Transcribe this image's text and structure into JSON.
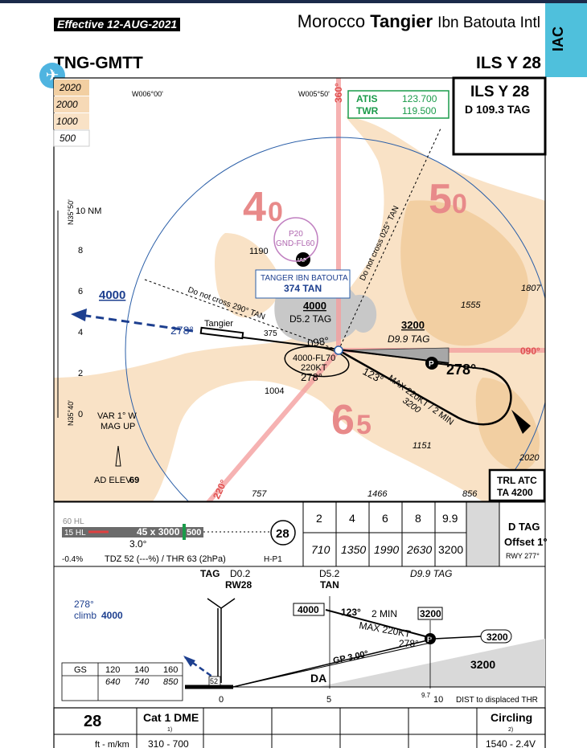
{
  "header": {
    "effective": "Effective  12-AUG-2021",
    "country": "Morocco",
    "city": "Tangier",
    "airport_name": "Ibn Batouta Intl",
    "ident": "TNG-GMTT",
    "procedure": "ILS Y 28",
    "tab": "IAC"
  },
  "legend": {
    "alt1": "2020",
    "alt2": "2000",
    "alt3": "1000",
    "alt4": "500"
  },
  "lon_labels": {
    "w1": "W006°00'",
    "w2": "W005°50'"
  },
  "lat_labels": {
    "n1": "N35°50'",
    "n2": "N35°40'"
  },
  "freq": {
    "atis_label": "ATIS",
    "atis": "123.700",
    "twr_label": "TWR",
    "twr": "119.500"
  },
  "procbox": {
    "title": "ILS Y 28",
    "sub": "D 109.3 TAG"
  },
  "scale": {
    "s10": "10 NM",
    "s8": "8",
    "s6": "6",
    "s4": "4",
    "s2": "2",
    "s0": "0"
  },
  "msa": {
    "a40": "4",
    "a40b": "0",
    "a50": "5",
    "a50b": "0",
    "a65": "6",
    "a65b": "5"
  },
  "plan": {
    "p20": "P20",
    "p20b": "GND-FL60",
    "vor_name": "TANGER IBN BATOUTA",
    "vor_id": "374 TAN",
    "iaf": "IAF",
    "alt4000": "4000",
    "d52": "D5.2 TAG",
    "tangier": "Tangier",
    "alt3200": "3200",
    "d99": "D9.9 TAG",
    "track278a": "278°",
    "track098": "098°",
    "track278b": "278°",
    "hold1": "4000-FL70",
    "hold2": "220KT",
    "hold3": "278°",
    "track123": "123°",
    "maxspd": "MAX 220KT / 2 MIN",
    "alt3200b": "3200",
    "nocross290": "Do not cross 290° TAN",
    "nocross025": "Do not cross 025° TAN",
    "radial360": "360°",
    "radial090": "090°",
    "radial220": "220°",
    "var1": "VAR 1° W",
    "var2": "MAG UP",
    "adelev": "AD ELEV",
    "adelev_val": "69",
    "e1190": "1190",
    "e375": "375",
    "e1807": "1807",
    "e1555": "1555",
    "e1004": "1004",
    "e1151": "1151",
    "e2020": "2020",
    "e757": "757",
    "e1466": "1466",
    "e856": "856",
    "trl1": "TRL ATC",
    "trl2": "TA 4200"
  },
  "runway": {
    "hl60": "60 HL",
    "hl15": "15 HL",
    "dims": "45 x 3000",
    "hirl": "500",
    "rwy": "28",
    "gp": "3.0°",
    "slope": "-0.4%",
    "tdz": "TDZ 52 (---%) / THR 63 (2hPa)",
    "hp": "H-P1"
  },
  "dist_table": {
    "d": [
      "2",
      "4",
      "6",
      "8",
      "9.9"
    ],
    "alt": [
      "710",
      "1350",
      "1990",
      "2630",
      "3200"
    ],
    "fix": "D TAG",
    "offset": "Offset 1°",
    "rwy": "RWY 277°"
  },
  "profile": {
    "tag": "TAG",
    "d02": "D0.2",
    "rw28": "RW28",
    "d52": "D5.2",
    "tan": "TAN",
    "d99": "D9.9 TAG",
    "climb1": "278°",
    "climb2": "climb",
    "climb_alt": "4000",
    "box4000": "4000",
    "t123": "123°",
    "twomin": "2 MIN",
    "box3200": "3200",
    "maxkt": "MAX 220KT",
    "t278": "278°",
    "box3200b": "3200",
    "gp": "GP 3.00°",
    "alt3200": "3200",
    "da": "DA",
    "thr": "52",
    "x0": "0",
    "x5": "5",
    "x97": "9.7",
    "x10": "10",
    "dist": "DIST to displaced THR",
    "gs_label": "GS",
    "gs": [
      "120",
      "140",
      "160"
    ],
    "fpm": [
      "640",
      "740",
      "850"
    ]
  },
  "minima": {
    "rwy": "28",
    "cat": "Cat 1 DME",
    "cat_note": "1)",
    "circ": "Circling",
    "circ_note": "2)",
    "row_a": "ft - m/km",
    "row_b": "310 - 700",
    "row_c": "1540 - 2.4V"
  },
  "colors": {
    "magenta": "#e36a6a",
    "blue": "#1d3f8f",
    "terrain": "#f9e2c6",
    "water": "#ffffff",
    "green": "#1a9b4a",
    "tab": "#4fc0dc"
  }
}
